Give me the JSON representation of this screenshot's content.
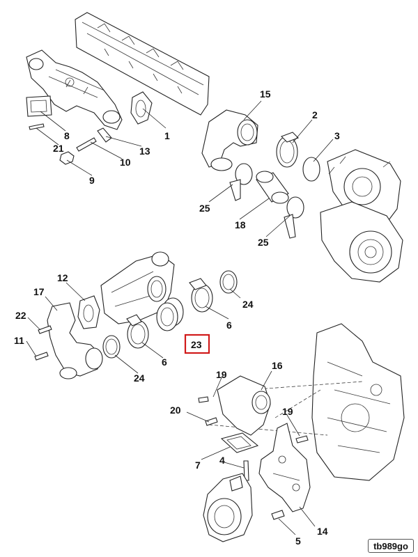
{
  "diagram": {
    "callouts": [
      "1",
      "2",
      "3",
      "4",
      "5",
      "6",
      "6",
      "7",
      "8",
      "9",
      "10",
      "11",
      "12",
      "13",
      "14",
      "15",
      "16",
      "17",
      "18",
      "19",
      "19",
      "20",
      "21",
      "22",
      "23",
      "24",
      "24",
      "25",
      "25"
    ],
    "highlighted_callout": "23",
    "highlight_color": "#d11a1a",
    "drawing_code": "tb989go"
  }
}
